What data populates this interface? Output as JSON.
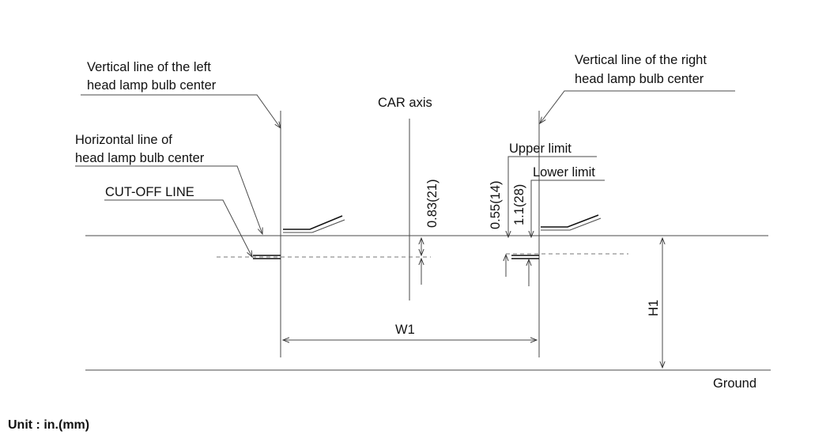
{
  "labels": {
    "left_vertical_line_1": "Vertical line of the left",
    "left_vertical_line_2": "head lamp bulb center",
    "right_vertical_line_1": "Vertical line of the right",
    "right_vertical_line_2": "head lamp bulb center",
    "car_axis": "CAR axis",
    "horizontal_line_1": "Horizontal line of",
    "horizontal_line_2": "head lamp bulb center",
    "cut_off_line": "CUT-OFF LINE",
    "upper_limit": "Upper limit",
    "lower_limit": "Lower limit",
    "ground": "Ground",
    "unit": "Unit : in.(mm)"
  },
  "dimensions": {
    "car_axis_offset": "0.83(21)",
    "upper_limit_offset": "0.55(14)",
    "lower_limit_offset": "1.1(28)",
    "width": "W1",
    "height": "H1"
  }
}
